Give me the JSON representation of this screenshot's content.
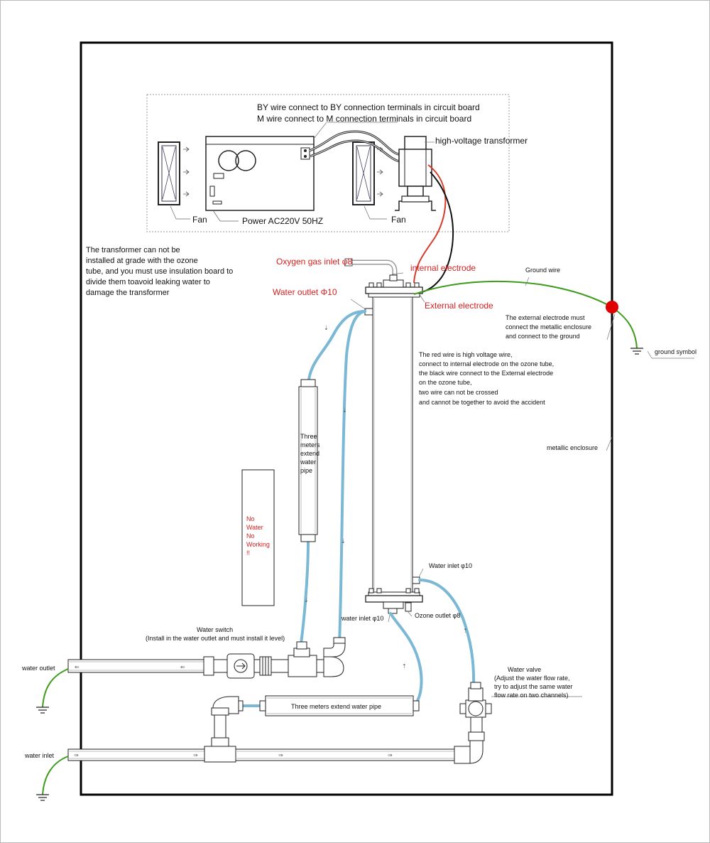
{
  "header": {
    "line1": "BY wire connect to BY connection terminals in circuit board",
    "line2": "M wire connect to M connection terminals in circuit board",
    "transformer": "high-voltage transformer",
    "fan": "Fan",
    "power": "Power AC220V 50HZ"
  },
  "warning_lines": [
    "The transformer can not be",
    "installed at grade with the ozone",
    "tube, and you must use insulation board to",
    "divide them toavoid leaking water to",
    "damage the transformer"
  ],
  "labels": {
    "oxygen_inlet": "Oxygen gas inlet φ8",
    "internal_electrode": "internal electrode",
    "water_outlet_top": "Water outlet Φ10",
    "external_electrode": "External electrode",
    "ground_wire": "Ground wire",
    "ground_symbol": "ground symbol",
    "metallic_enclosure": "metallic enclosure",
    "water_inlet_right": "Water inlet φ10",
    "water_inlet_left": "water inlet φ10",
    "ozone_outlet": "Ozone outlet φ8",
    "water_outlet_main": "water outlet",
    "water_inlet_main": "water inlet",
    "extend_pipe_horizontal": "Three meters extend water pipe"
  },
  "external_note": [
    "The external electrode must",
    "connect the metallic enclosure",
    "and connect to the ground"
  ],
  "red_wire_note": [
    "The red wire is high voltage wire,",
    "connect to internal electrode on the ozone tube,",
    "the black wire connect to the External electrode",
    "on the ozone tube,",
    "two wire can not be crossed",
    "and cannot be together to avoid the accident"
  ],
  "extend_pipe_vertical": [
    "Three",
    "meters",
    "extend",
    "water",
    "pipe"
  ],
  "no_water": [
    "No",
    "Water",
    "No",
    "Working",
    "!!"
  ],
  "water_switch": [
    "Water switch",
    "(Install in the water outlet and must install it level)"
  ],
  "water_valve": [
    "Water valve",
    "(Adjust the water flow rate,",
    "try to adjust the same water",
    "flow rate on two channels)"
  ],
  "colors": {
    "pipe_blue": "#7ab8d6",
    "ground_green": "#3f9c1f",
    "warning_red": "#d42020",
    "wire_red": "#d83a2a",
    "red_dot": "#e00000"
  }
}
